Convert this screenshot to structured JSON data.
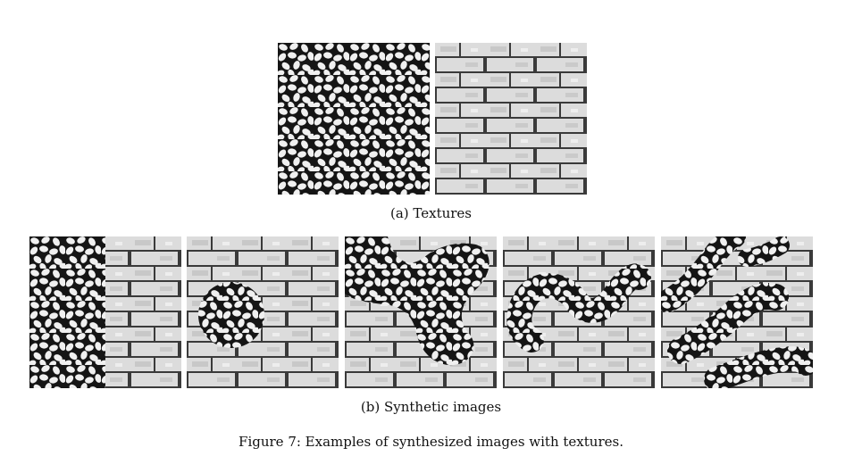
{
  "figure": {
    "subfigures": [
      {
        "caption": "(a) Textures",
        "tiles": [
          "rice-texture",
          "brick-texture"
        ]
      },
      {
        "caption": "(b) Synthetic images",
        "tiles": [
          "synthetic-left-half",
          "synthetic-circle",
          "synthetic-blob",
          "synthetic-curve",
          "synthetic-two-curves"
        ]
      }
    ],
    "caption": "Figure 7: Examples of synthesized images with textures."
  },
  "textures": {
    "rice": {
      "background_color": "#151515",
      "grain_color": "#f0f0f0"
    },
    "brick": {
      "face_color": "#dcdcdc",
      "mortar_color": "#3a3a3a"
    }
  }
}
